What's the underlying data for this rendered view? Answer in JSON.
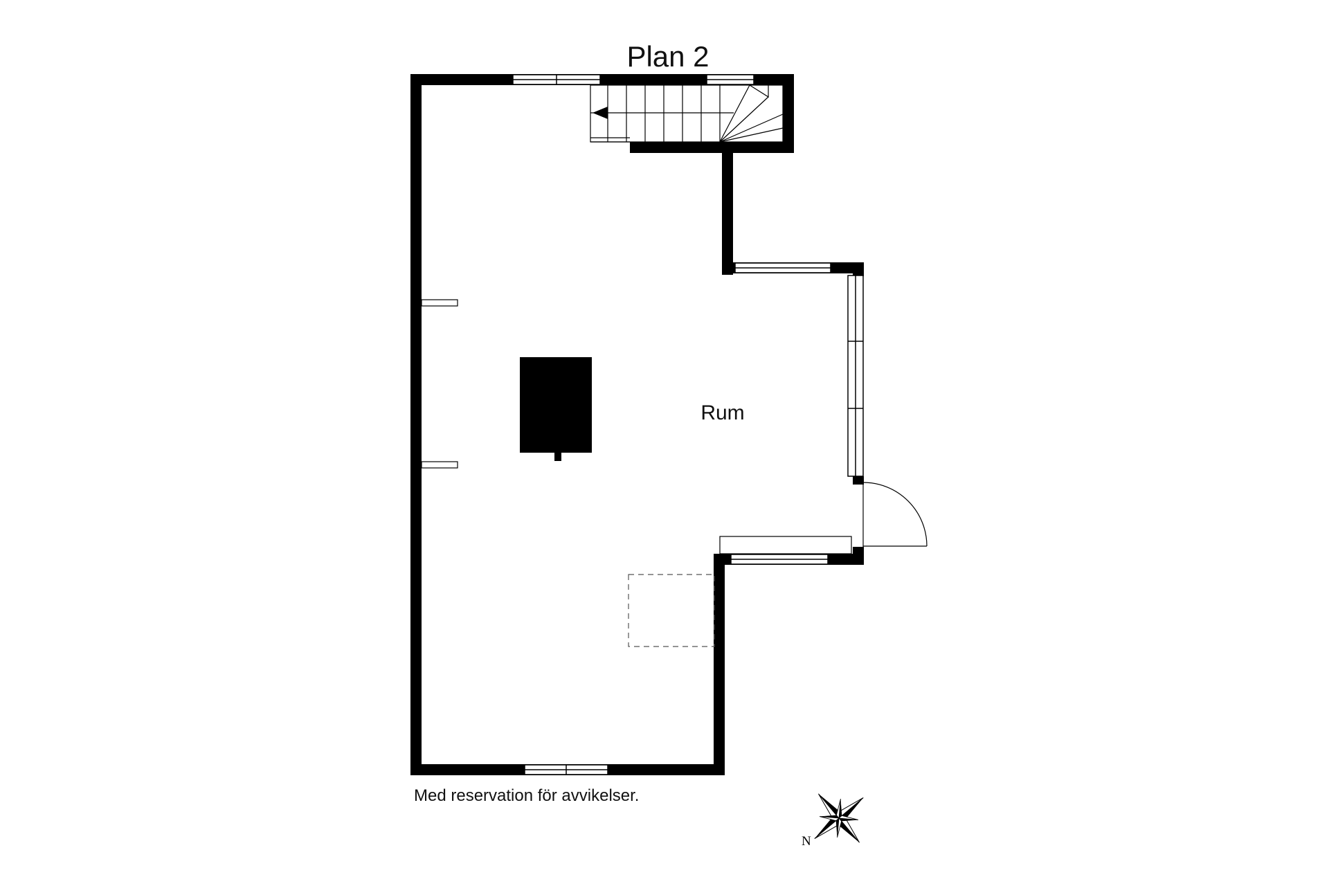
{
  "floor_title": "Plan 2",
  "room_label": "Rum",
  "disclaimer": "Med reservation för avvikelser.",
  "compass_label": "N",
  "colors": {
    "wall": "#000000",
    "background": "#ffffff",
    "line": "#000000",
    "dashed": "#555555"
  }
}
